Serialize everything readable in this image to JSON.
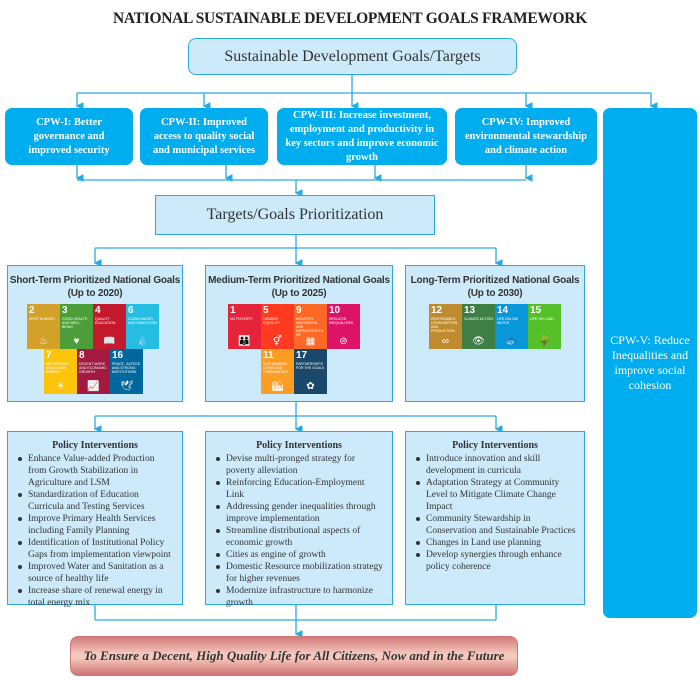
{
  "title": "NATIONAL SUSTAINABLE DEVELOPMENT GOALS FRAMEWORK",
  "sdg_box": "Sustainable Development Goals/Targets",
  "cpw": [
    {
      "label": "CPW-I: Better governance and improved security"
    },
    {
      "label": "CPW-II: Improved access to quality social and municipal services"
    },
    {
      "label": "CPW-III: Increase investment, employment and productivity in key sectors  and improve economic growth"
    },
    {
      "label": "CPW-IV: Improved environmental stewardship and climate action"
    },
    {
      "label": "CPW-V: Reduce Inequalities and improve social cohesion"
    }
  ],
  "targets_box": "Targets/Goals Prioritization",
  "goals": [
    {
      "title": "Short-Term Prioritized National Goals",
      "period": "(Up to 2020)",
      "tiles": [
        {
          "num": "2",
          "label": "Zero Hunger",
          "color": "#d3a029",
          "icon": "♨"
        },
        {
          "num": "3",
          "label": "Good Health and Well-being",
          "color": "#4c9f38",
          "icon": "♥"
        },
        {
          "num": "4",
          "label": "Quality Education",
          "color": "#c5192d",
          "icon": "📖"
        },
        {
          "num": "6",
          "label": "Clean Water and Sanitation",
          "color": "#26bde2",
          "icon": "💧"
        },
        {
          "num": "7",
          "label": "Affordable and Clean Energy",
          "color": "#fcc30b",
          "icon": "☀"
        },
        {
          "num": "8",
          "label": "Decent Work and Economic Growth",
          "color": "#a21942",
          "icon": "📈"
        },
        {
          "num": "16",
          "label": "Peace, Justice and Strong Institutions",
          "color": "#00689d",
          "icon": "🕊"
        }
      ]
    },
    {
      "title": "Medium-Term Prioritized National Goals",
      "period": "(Up to 2025)",
      "tiles": [
        {
          "num": "1",
          "label": "No Poverty",
          "color": "#e5243b",
          "icon": "👪"
        },
        {
          "num": "5",
          "label": "Gender Equality",
          "color": "#ff3a21",
          "icon": "⚥"
        },
        {
          "num": "9",
          "label": "Industry, Innovation and Infrastructure",
          "color": "#fd6925",
          "icon": "▦"
        },
        {
          "num": "10",
          "label": "Reduced Inequalities",
          "color": "#dd1367",
          "icon": "⊜"
        },
        {
          "num": "11",
          "label": "Sustainable Cities and Communities",
          "color": "#fd9d24",
          "icon": "🏙"
        },
        {
          "num": "17",
          "label": "Partnerships for the Goals",
          "color": "#19486a",
          "icon": "✿"
        }
      ]
    },
    {
      "title": "Long-Term Prioritized National Goals",
      "period": "(Up to 2030)",
      "tiles": [
        {
          "num": "12",
          "label": "Responsible Consumption and Production",
          "color": "#bf8b2e",
          "icon": "∞"
        },
        {
          "num": "13",
          "label": "Climate Action",
          "color": "#3f7e44",
          "icon": "👁"
        },
        {
          "num": "14",
          "label": "Life Below Water",
          "color": "#0a97d9",
          "icon": "🐟"
        },
        {
          "num": "15",
          "label": "Life on Land",
          "color": "#56c02b",
          "icon": "🌳"
        }
      ]
    }
  ],
  "policies": [
    {
      "heading": "Policy Interventions",
      "items": [
        "Enhance Value-added Production from Growth Stabilization in Agriculture and LSM",
        "Standardization of Education Curricula and Testing Services",
        "Improve Primary Health Services including Family Planning",
        "Identification of Institutional Policy Gaps from implementation viewpoint",
        "Improved Water and Sanitation as a source of healthy life",
        "Increase share of renewal energy in total energy mix"
      ]
    },
    {
      "heading": "Policy Interventions",
      "items": [
        "Devise multi-pronged strategy for poverty alleviation",
        "Reinforcing Education-Employment Link",
        "Addressing gender inequalities through improve implementation",
        "Streamline distributional aspects of economic growth",
        "Cities as engine of growth",
        "Domestic Resource mobilization strategy for higher revenues",
        "Modernize infrastructure to harmonize growth"
      ]
    },
    {
      "heading": "Policy Interventions",
      "items": [
        "Introduce innovation and skill development in curricula",
        "Adaptation Strategy at Community Level to Mitigate Climate Change Impact",
        "Community Stewardship in Conservation and Sustainable Practices",
        "Changes in Land use planning",
        "Develop synergies through enhance policy coherence"
      ]
    }
  ],
  "banner": "To Ensure a Decent, High Quality Life for All Citizens, Now and in the Future",
  "colors": {
    "accent": "#00aeef",
    "light": "#cdeafa",
    "line": "#29abe2"
  }
}
